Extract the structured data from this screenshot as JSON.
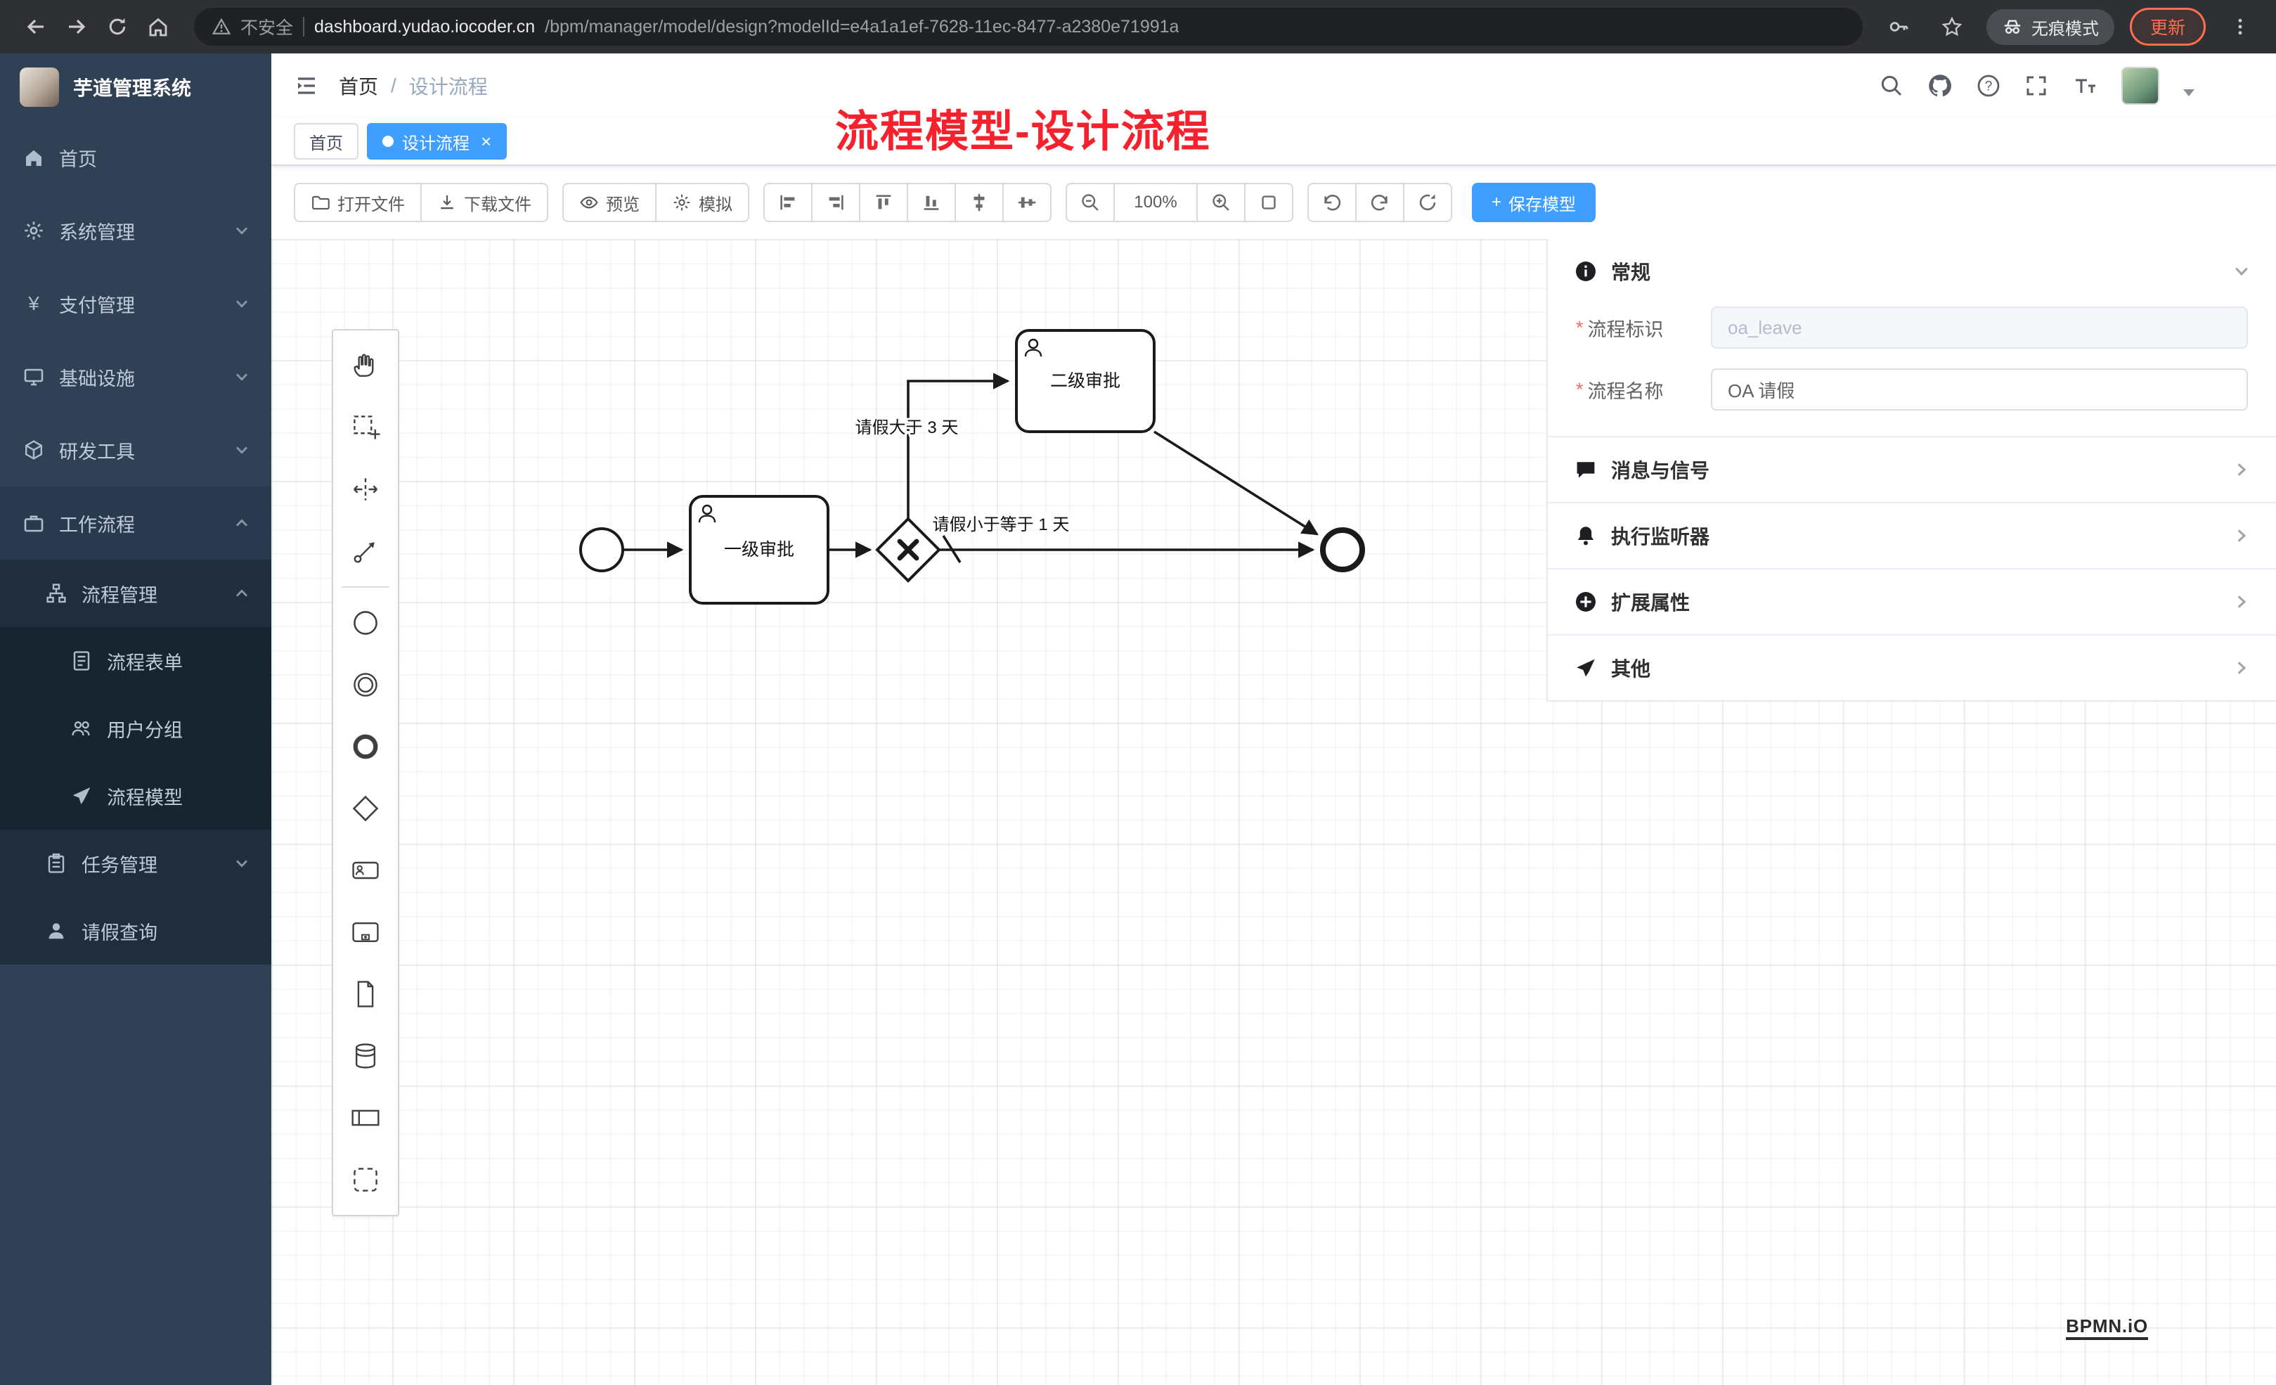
{
  "colors": {
    "accent": "#409eff",
    "annotation_red": "#f5222d",
    "sidebar_bg": "#304156",
    "submenu_bg": "#1f2d3d",
    "save_button": "#409eff"
  },
  "browser": {
    "security_label": "不安全",
    "domain": "dashboard.yudao.iocoder.cn",
    "path": "/bpm/manager/model/design?modelId=e4a1a1ef-7628-11ec-8477-a2380e71991a",
    "incognito_label": "无痕模式",
    "update_label": "更新"
  },
  "sidebar": {
    "logo_title": "芋道管理系统",
    "items": [
      {
        "label": "首页"
      },
      {
        "label": "系统管理"
      },
      {
        "label": "支付管理"
      },
      {
        "label": "基础设施"
      },
      {
        "label": "研发工具"
      },
      {
        "label": "工作流程"
      },
      {
        "label": "流程管理"
      },
      {
        "label": "流程表单"
      },
      {
        "label": "用户分组"
      },
      {
        "label": "流程模型"
      },
      {
        "label": "任务管理"
      },
      {
        "label": "请假查询"
      }
    ]
  },
  "header": {
    "breadcrumb_home": "首页",
    "breadcrumb_separator": "/",
    "breadcrumb_current": "设计流程"
  },
  "annotation": {
    "text": "流程模型-设计流程"
  },
  "tabs": [
    {
      "label": "首页"
    },
    {
      "label": "设计流程",
      "close": "×"
    }
  ],
  "toolbar": {
    "open_file": "打开文件",
    "download_file": "下载文件",
    "preview": "预览",
    "simulate": "模拟",
    "zoom_level": "100%",
    "save_plus": "+",
    "save_model": "保存模型"
  },
  "diagram": {
    "task1_label": "一级审批",
    "task2_label": "二级审批",
    "condition_gt": "请假大于 3 天",
    "condition_le": "请假小于等于 1 天"
  },
  "panel": {
    "sections": [
      {
        "title": "常规"
      },
      {
        "title": "消息与信号"
      },
      {
        "title": "执行监听器"
      },
      {
        "title": "扩展属性"
      },
      {
        "title": "其他"
      }
    ],
    "general": {
      "required_mark": "*",
      "key_label": "流程标识",
      "key_value": "oa_leave",
      "name_label": "流程名称",
      "name_value": "OA 请假"
    }
  },
  "watermark": "BPMN.iO"
}
